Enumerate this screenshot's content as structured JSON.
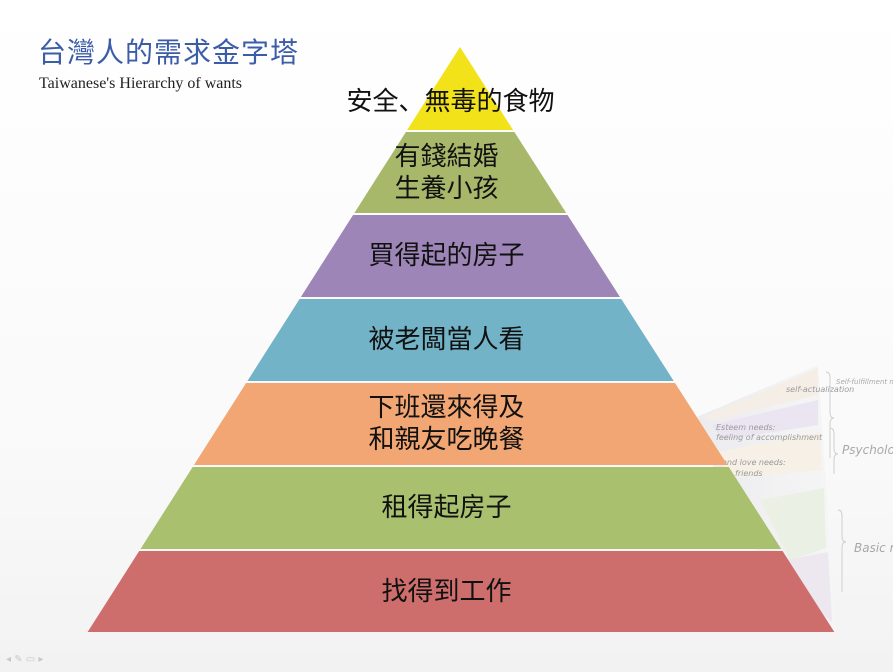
{
  "title": {
    "zh": "台灣人的需求金字塔",
    "en": "Taiwanese's Hierarchy of  wants"
  },
  "tiers": [
    {
      "lines": [
        "安全、無毒的食物"
      ],
      "color": "#f2e21a"
    },
    {
      "lines": [
        "有錢結婚",
        "生養小孩"
      ],
      "color": "#a8b86a"
    },
    {
      "lines": [
        "買得起的房子"
      ],
      "color": "#9d85b8"
    },
    {
      "lines": [
        "被老闆當人看"
      ],
      "color": "#73b3c7"
    },
    {
      "lines": [
        "下班還來得及",
        "和親友吃晚餐"
      ],
      "color": "#f2a673"
    },
    {
      "lines": [
        "租得起房子"
      ],
      "color": "#a9c06f"
    },
    {
      "lines": [
        "找得到工作"
      ],
      "color": "#cd6e6c"
    }
  ],
  "background_pyramid": {
    "inner_labels": [
      "self-actualization",
      "Esteem needs:",
      "feeling of accomplishment",
      "and love needs:",
      "friends"
    ],
    "side_labels": [
      "Self-fulfillment needs",
      "Psychological needs",
      "Basic needs"
    ]
  },
  "slide_controls": "◂ ✎ ▭ ▸"
}
